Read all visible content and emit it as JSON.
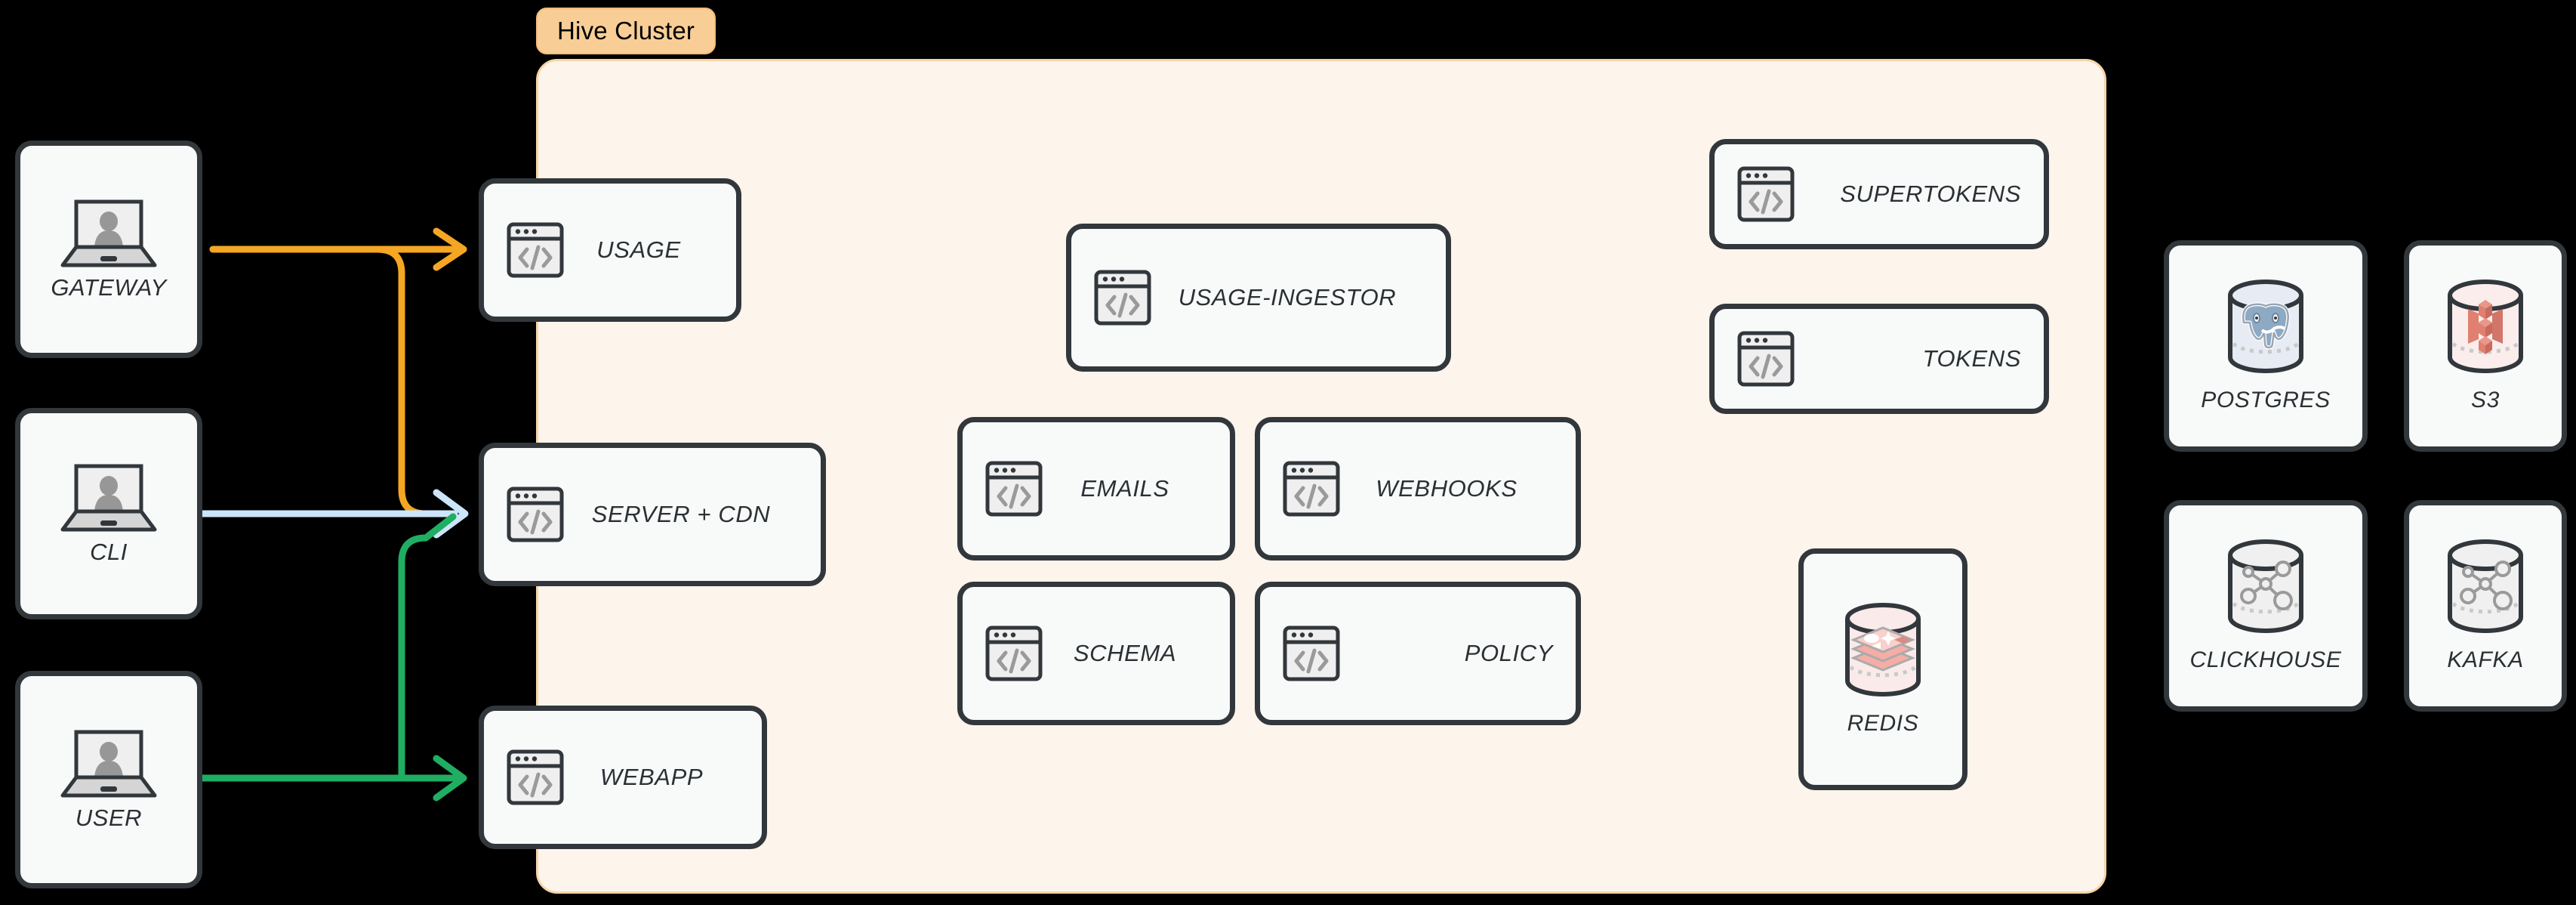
{
  "diagram": {
    "title": "Hive Cluster architecture",
    "background": "#000000"
  },
  "cluster": {
    "badge_label": "Hive Cluster",
    "badge_bg": "#F8CE96",
    "panel_bg": "#FDF4EC",
    "panel_border": "#F7D4A8"
  },
  "clients": [
    {
      "label": "GATEWAY",
      "icon": "laptop-user-icon"
    },
    {
      "label": "CLI",
      "icon": "laptop-user-icon"
    },
    {
      "label": "USER",
      "icon": "laptop-user-icon"
    }
  ],
  "edge_services": [
    {
      "label": "USAGE",
      "icon": "code-window-icon"
    },
    {
      "label": "SERVER + CDN",
      "icon": "code-window-icon"
    },
    {
      "label": "WEBAPP",
      "icon": "code-window-icon"
    }
  ],
  "core_services": [
    {
      "label": "USAGE-INGESTOR",
      "icon": "code-window-icon"
    },
    {
      "label": "EMAILS",
      "icon": "code-window-icon"
    },
    {
      "label": "WEBHOOKS",
      "icon": "code-window-icon"
    },
    {
      "label": "SCHEMA",
      "icon": "code-window-icon"
    },
    {
      "label": "POLICY",
      "icon": "code-window-icon"
    }
  ],
  "auth_services": [
    {
      "label": "SUPERTOKENS",
      "icon": "code-window-icon"
    },
    {
      "label": "TOKENS",
      "icon": "code-window-icon"
    }
  ],
  "cluster_stores": [
    {
      "label": "REDIS",
      "icon": "redis-cylinder-icon"
    }
  ],
  "external_stores": [
    {
      "label": "POSTGRES",
      "icon": "postgres-cylinder-icon"
    },
    {
      "label": "S3",
      "icon": "s3-cylinder-icon"
    },
    {
      "label": "CLICKHOUSE",
      "icon": "clickhouse-cylinder-icon"
    },
    {
      "label": "KAFKA",
      "icon": "kafka-cylinder-icon"
    }
  ],
  "connections": [
    {
      "from": "GATEWAY",
      "to": "USAGE",
      "color": "#F5A623",
      "name": "gateway-to-usage"
    },
    {
      "from": "GATEWAY",
      "to": "SERVER + CDN",
      "color": "#F5A623",
      "name": "gateway-to-server-cdn"
    },
    {
      "from": "CLI",
      "to": "SERVER + CDN",
      "color": "#CCE5FA",
      "name": "cli-to-server-cdn"
    },
    {
      "from": "USER",
      "to": "SERVER + CDN",
      "color": "#1FAE62",
      "name": "user-to-server-cdn"
    },
    {
      "from": "USER",
      "to": "WEBAPP",
      "color": "#1FAE62",
      "name": "user-to-webapp"
    }
  ],
  "colors": {
    "orange": "#F5A623",
    "light_blue": "#CCE5FA",
    "green": "#1FAE62",
    "node_border": "#32373C",
    "node_fill": "#F8F9F9",
    "postgres_blue": "#8DA9C4",
    "s3_red": "#E08070",
    "redis_pink": "#F39A93",
    "neutral_gray": "#9A9A9A"
  }
}
